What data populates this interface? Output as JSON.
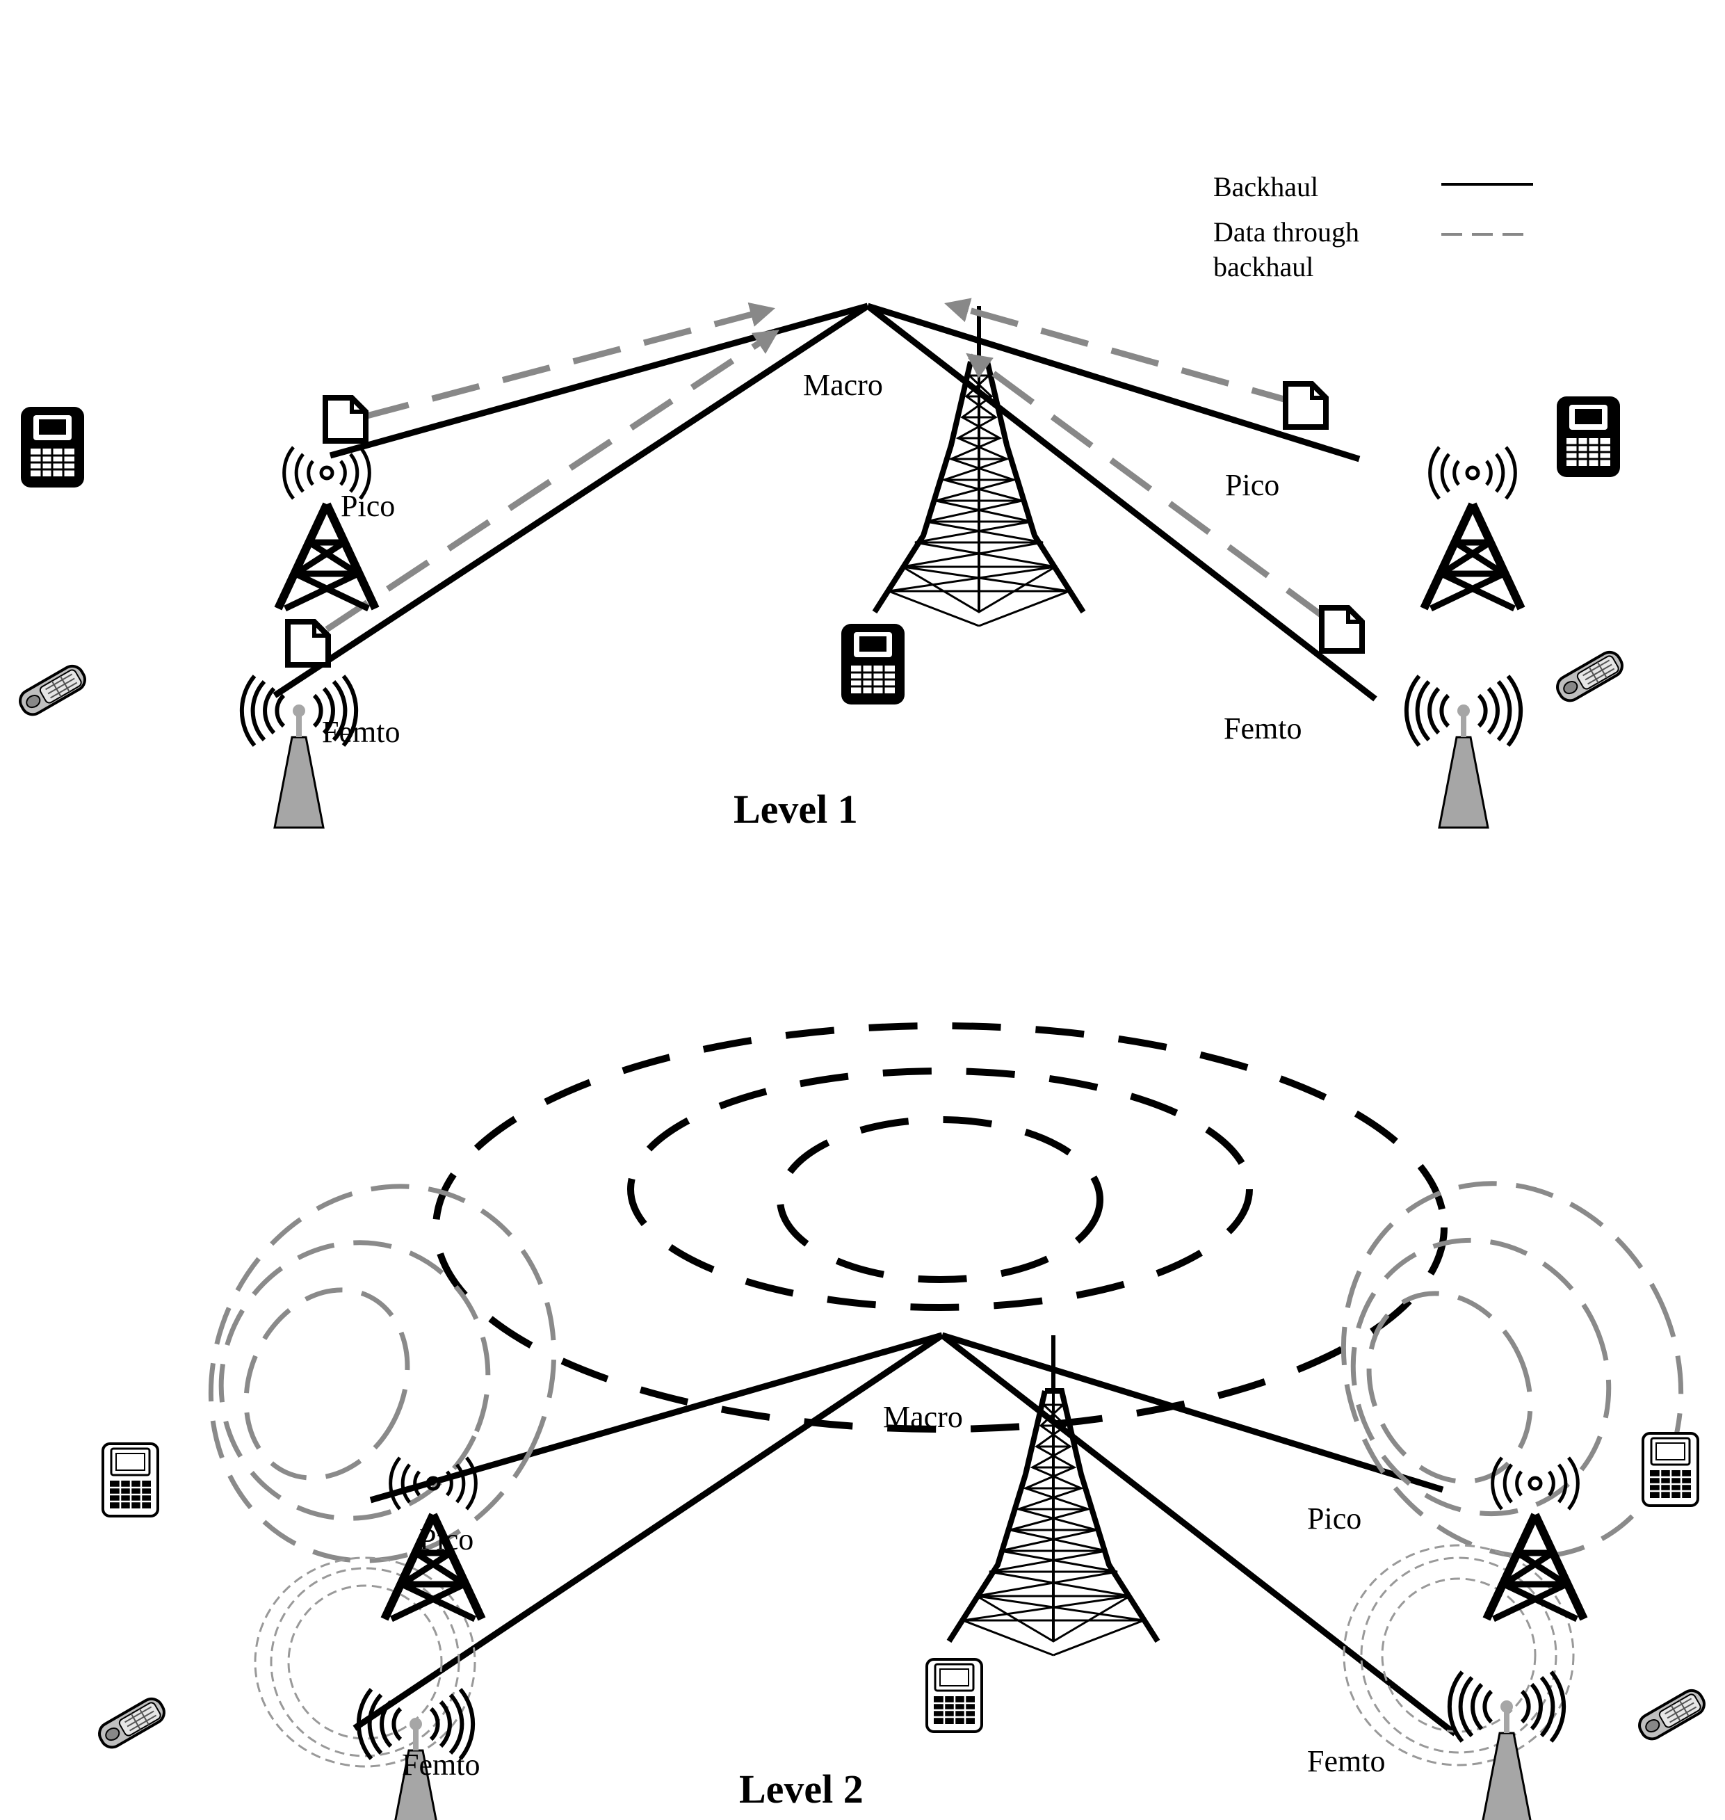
{
  "legend": {
    "backhaul": "Backhaul",
    "data_line1": "Data through",
    "data_line2": "backhaul"
  },
  "level1": {
    "title": "Level 1",
    "macro": "Macro",
    "pico_left": "Pico",
    "pico_right": "Pico",
    "femto_left": "Femto",
    "femto_right": "Femto"
  },
  "level2": {
    "title": "Level 2",
    "macro": "Macro",
    "pico_left": "Pico",
    "pico_right": "Pico",
    "femto_left": "Femto",
    "femto_right": "Femto"
  },
  "colors": {
    "backhaul": "#000000",
    "data_flow": "#888888",
    "coverage_pico": "#8a8a8a",
    "coverage_femto": "#999999",
    "femto_base": "#a6a6a6"
  }
}
